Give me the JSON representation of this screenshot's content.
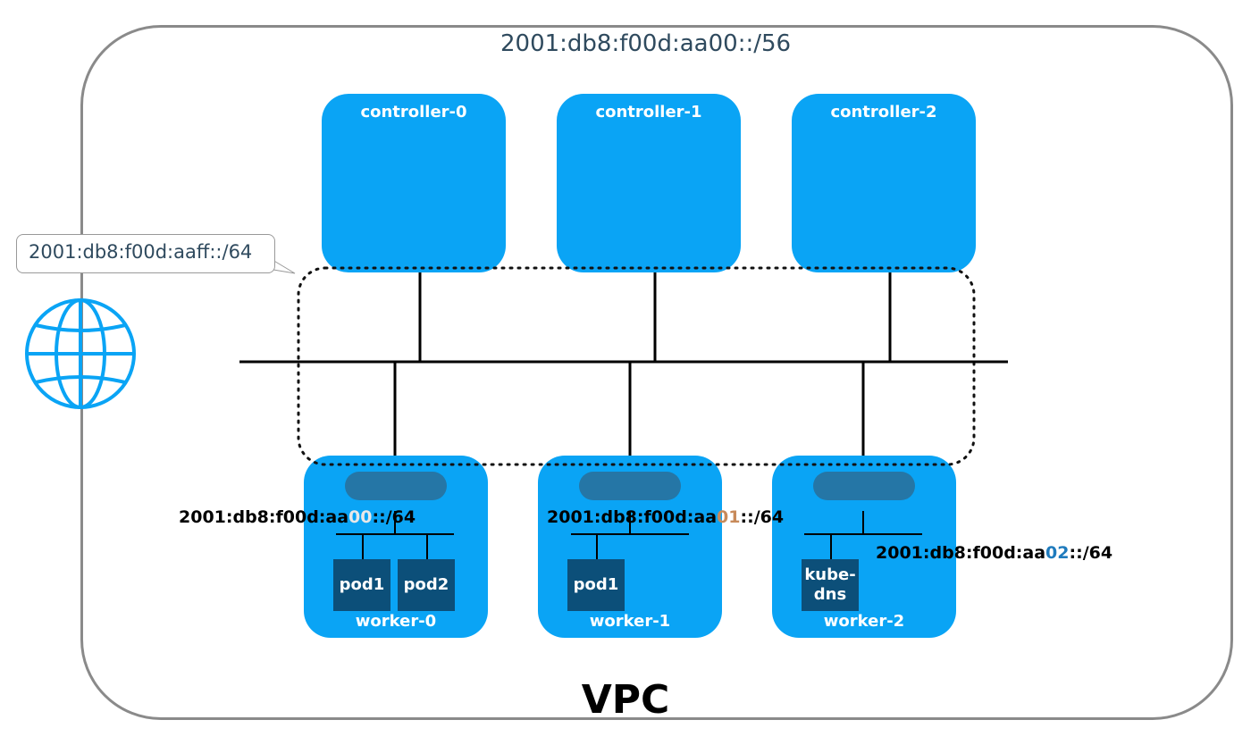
{
  "vpc": {
    "cidr": "2001:db8:f00d:aa00::/56",
    "label": "VPC"
  },
  "public_subnet": {
    "cidr": "2001:db8:f00d:aaff::/64"
  },
  "icons": {
    "internet": "globe-icon"
  },
  "colors": {
    "node_fill": "#0aa4f5",
    "pod_fill": "#0c4f79",
    "nic_fill": "#2576a6",
    "octet_00": "#e8e8e8",
    "octet_01": "#c88a5a",
    "octet_02": "#1f7bbd"
  },
  "controllers": [
    {
      "label": "controller-0"
    },
    {
      "label": "controller-1"
    },
    {
      "label": "controller-2"
    }
  ],
  "workers": [
    {
      "label": "worker-0",
      "subnet_prefix": "2001:db8:f00d:aa",
      "subnet_octet": "00",
      "subnet_suffix": "::/64",
      "pods": [
        "pod1",
        "pod2"
      ]
    },
    {
      "label": "worker-1",
      "subnet_prefix": "2001:db8:f00d:aa",
      "subnet_octet": "01",
      "subnet_suffix": "::/64",
      "pods": [
        "pod1"
      ]
    },
    {
      "label": "worker-2",
      "subnet_prefix": "2001:db8:f00d:aa",
      "subnet_octet": "02",
      "subnet_suffix": "::/64",
      "pods": [
        "kube-\ndns"
      ]
    }
  ]
}
